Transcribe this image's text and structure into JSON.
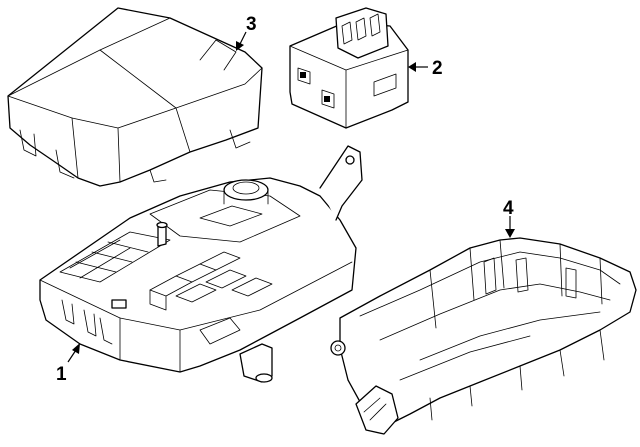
{
  "diagram": {
    "callouts": [
      {
        "id": "1",
        "part": "fuse-relay-box"
      },
      {
        "id": "2",
        "part": "relay-module"
      },
      {
        "id": "3",
        "part": "box-cover"
      },
      {
        "id": "4",
        "part": "lower-housing-tray"
      }
    ],
    "colors": {
      "line": "#000000",
      "background": "#ffffff"
    }
  }
}
